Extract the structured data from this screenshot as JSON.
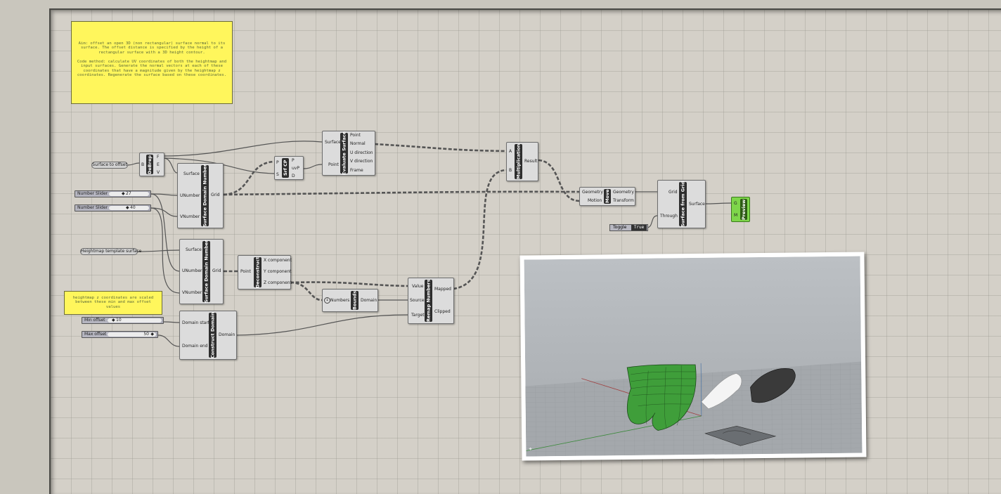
{
  "panels": {
    "intro": "Aim: offset an open 3D (non rectangular) surface normal to its surface. The offset distance is specified by the height of a rectangular surface with a 3D height contour.\n\nCode method: calculate UV coordinates of both the heightmap and input surfaces. Generate the normal vectors at each of these coordinates that have a magnitude given by the heightmap z coordinates. Regenerate the surface based on these coordinates.",
    "scaling": "heightmap z coordinates are scaled between these min and max offset values"
  },
  "params": {
    "surface_to_offset": "Surface to offset",
    "heightmap_template": "Heightmap template surface"
  },
  "sliders": {
    "s1": {
      "label": "Number Slider",
      "value": "27"
    },
    "s2": {
      "label": "Number Slider",
      "value": "40"
    },
    "min_offset": {
      "label": "Min offset",
      "value": "10"
    },
    "max_offset": {
      "label": "Max offset",
      "value": "50"
    }
  },
  "toggle": {
    "label": "Toggle",
    "value": "True"
  },
  "components": {
    "debrep": {
      "name": "DeBrep",
      "inputs": [
        "B"
      ],
      "outputs": [
        "F",
        "E",
        "V"
      ]
    },
    "sdn1": {
      "name": "Surface Domain Number",
      "inputs": [
        "Surface",
        "UNumber",
        "VNumber"
      ],
      "outputs": [
        "Grid"
      ]
    },
    "srfcp": {
      "name": "Srf CP",
      "inputs": [
        "S",
        "P"
      ],
      "outputs": [
        "P",
        "uvP",
        "D"
      ]
    },
    "evalsrf": {
      "name": "Evaluate Surface",
      "inputs": [
        "Surface",
        "Point"
      ],
      "outputs": [
        "Point",
        "Normal",
        "U direction",
        "V direction",
        "Frame"
      ]
    },
    "mult": {
      "name": "Multiplication",
      "inputs": [
        "A",
        "B"
      ],
      "outputs": [
        "Result"
      ]
    },
    "move": {
      "name": "Move",
      "inputs": [
        "Geometry",
        "Motion"
      ],
      "outputs": [
        "Geometry",
        "Transform"
      ]
    },
    "sfg": {
      "name": "Surface from Grid",
      "inputs": [
        "Grid",
        "Through"
      ],
      "outputs": [
        "Surface"
      ]
    },
    "preview": {
      "name": "Preview",
      "inputs": [
        "G",
        "M"
      ]
    },
    "sdn2": {
      "name": "Surface Domain Number",
      "inputs": [
        "Surface",
        "UNumber",
        "VNumber"
      ],
      "outputs": [
        "Grid"
      ]
    },
    "decon": {
      "name": "Deconstruct",
      "inputs": [
        "Point"
      ],
      "outputs": [
        "X component",
        "Y component",
        "Z component"
      ]
    },
    "bounds": {
      "name": "Bounds",
      "inputs": [
        "Numbers"
      ],
      "outputs": [
        "Domain"
      ]
    },
    "remap": {
      "name": "Remap Numbers",
      "inputs": [
        "Value",
        "Source",
        "Target"
      ],
      "outputs": [
        "Mapped",
        "Clipped"
      ]
    },
    "condom": {
      "name": "Construct Domain",
      "inputs": [
        "Domain start",
        "Domain end"
      ],
      "outputs": [
        "Domain"
      ]
    }
  },
  "colors": {
    "panel": "#fff65c",
    "canvas": "#d4d0c8",
    "preview": "#7ed64a",
    "surface": "#3f9e3a"
  }
}
